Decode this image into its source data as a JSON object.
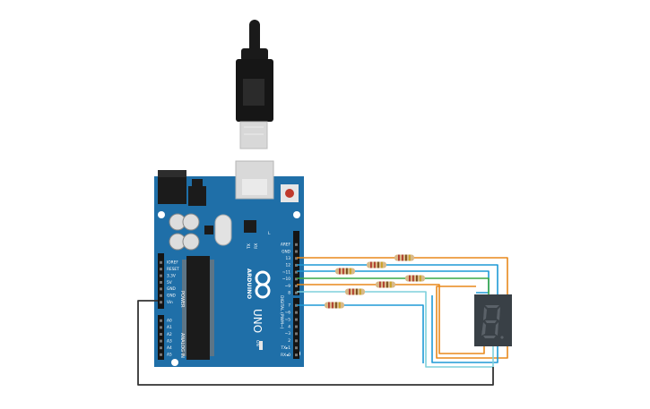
{
  "board": {
    "brand": "ARDUINO",
    "model": "UNO",
    "on_label": "ON",
    "l_label": "L",
    "tx_label": "TX",
    "rx_label": "RX",
    "power_header": "POWER",
    "analog_header": "ANALOG IN",
    "digital_header": "DIGITAL (PWM~)",
    "power_pins": [
      "IOREF",
      "RESET",
      "3.3V",
      "5V",
      "GND",
      "GND",
      "Vin"
    ],
    "analog_pins": [
      "A0",
      "A1",
      "A2",
      "A3",
      "A4",
      "A5"
    ],
    "digital_top_pins": [
      "AREF",
      "GND",
      "13",
      "12",
      "~11",
      "~10",
      "~9",
      "8"
    ],
    "digital_bottom_pins": [
      "7",
      "~6",
      "~5",
      "4",
      "~3",
      "2",
      "TX▸1",
      "RX◂0"
    ]
  },
  "colors": {
    "board": "#1f6fa8",
    "wire_orange": "#e8891c",
    "wire_blue": "#1e9ad6",
    "wire_lightblue": "#7fd0dc",
    "wire_green": "#3aa845",
    "wire_dark": "#333333",
    "display_body": "#394046",
    "display_segment": "#5a6168"
  },
  "icons": {
    "usb_connector": "usb-cable-icon",
    "infinity_logo": "arduino-infinity-icon"
  }
}
